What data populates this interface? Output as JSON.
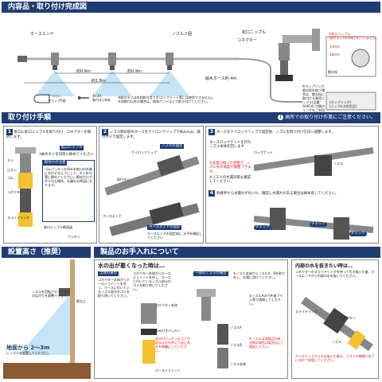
{
  "section1": {
    "title": "内容品・取り付け完成図",
    "hose_end": "ホースエンド",
    "nozzle": "ノズル３個",
    "faucet_nipple": "蛇口ニップル",
    "connector": "コネクター",
    "d1": "約0.9m",
    "d2": "約1.8m",
    "d3": "約0.9m",
    "hose_len": "給水ホース約 4m",
    "clip_label": "ナイロン\nクリップ5個",
    "screw_label": "4×20\n取付ネジ8本",
    "wood_note": "※取付ネジは木材取付用です(コンクリート等には使用できません)。\n木材取付以外の場合は、結束バンドなどで取り付けてください。",
    "right_note_title": "※蛇口ニップル\n(取付ネジ)は付属されていません。",
    "sizes": [
      "14mm",
      "18mm"
    ],
    "coupling_note": "※カップリング散水栓を使う場合は、散水栓に取付ける専用ニップル(品番：G0654) 付属のリングをご利用ください。",
    "sekisui_label": "散水栓",
    "coupling_label": "(カップリング)",
    "coupling_nipple_label": "(ニップル)(別売品)"
  },
  "section2": {
    "title": "取り付け手順",
    "header_note": "高所での取り付け作業にご注意ください。",
    "step1": "蛇口に蛇口ニップルを取り付け、コネクターを接続します。",
    "step1_nipple_tag": "蛇口ニップル",
    "step1_screw_hint": "3本のネジを均等に締めてください",
    "step1_labels": [
      "ネジ",
      "止ネジ",
      "ゴム",
      "コネクター",
      "スライドリング"
    ],
    "step1_packing": "取付けの注意",
    "step1_packing_text": "ゴムパッキンの凹みを蛇口の先端に合わせるようにして、ネジを均等に締めてください。締め付けが不十分な場合、水漏れの原因になります。",
    "step1_cross": "蛇口ニップル断面図",
    "step1_packing_label": "パッキン",
    "step2": "ノズル側の給水ホースをナイロンクリップで挟み込み、取付ネジで固定します。",
    "step2_labels": [
      "ナイロンクリップ",
      "取付ネジ",
      "ノズルの固定",
      "ホースエンド"
    ],
    "step2_hose_end_tag": "ホースエンドの固定",
    "step2_hose_end_note": "ホースエンドの固定前に 水平を確認してください",
    "step3": "ホースをナイロンクリップで固定後、ノズルを取り付け方向へ調整します。",
    "step3_lock": "ホースロックナットを持ちノズル本体を回します",
    "step3_locknut": "ロックナット",
    "step3_nozzle": "ノズル",
    "step3_warn": "※注意が揃った状態で、ノズル先の角度が調整できます。",
    "step3_note2": "※ミストの水漏対策も確認してください。",
    "step4": "各継手から水漏れがないか、確認し水漏れがある場合は締め直してください。",
    "check": "チェック"
  },
  "section3": {
    "title": "設置高さ（推奨）",
    "nozzle_angle": "ノズルを回転させてミストの広がりを調整できます。",
    "wall": "壁など",
    "height": "地面から 2～3m",
    "height_sub": "にノズルを設置してください。"
  },
  "section4": {
    "title": "製品のお手入れについて",
    "flow_title": "水の出が悪くなった時は…",
    "all_case": "全体の場合",
    "all_case_text": "コネクター本体からホースジョイントを外し、ホースに付いているノズル部分のゴミを取り除いてください。",
    "partial_case": "一部のノズルの場合",
    "partial_case_text": "①ノズル本体からノズルA、Bを取り外し、お湯に浸けてください。",
    "connector_body": "コネクター本体",
    "packing": "あみ付きパッキン",
    "hose_joint": "ホースジョイント",
    "nozzle_a": "ノズルA",
    "nozzle_b": "ノズルB",
    "nozzle_body": "ノズル本体",
    "mesh_warn": "あみ付パッキンのゴミが詰まるのを防ぐためにあみを綺麗にしてください。",
    "soak_text": "②ノズルAの穴を歯ブラシ等で清掃してください。",
    "caution": "※ノズルは消耗品の為、交換の場合は販売店にご相談ください。",
    "remove_title": "内部の水を抜きたい時は…",
    "remove_text": "コネクターのスライドリングを持って引き抜いた後、ホースエンドから内部の水を抜いてください。",
    "slide_ring": "スライドリング",
    "connector": "コネクター",
    "nozzle": "ノズル",
    "remove_warn": "ホースエンドから水を抜いた後は、ミストの噴霧口を下に向けて保管してください。"
  },
  "colors": {
    "header": "#1f3d73",
    "mist": "#78bee6",
    "accent_red": "#d42020"
  }
}
